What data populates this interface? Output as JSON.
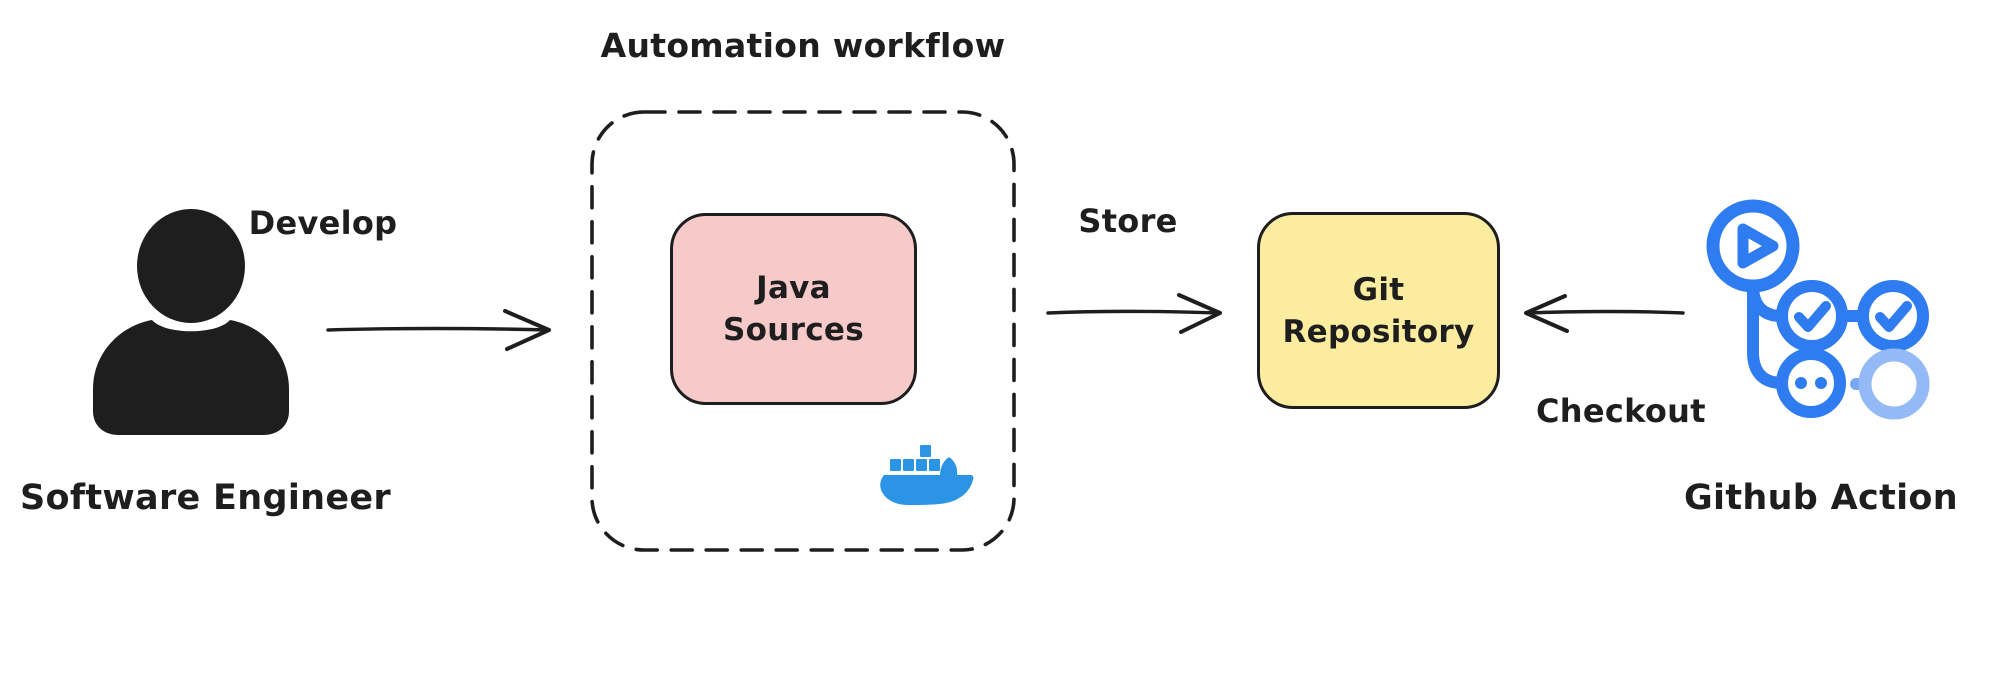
{
  "title": "Automation workflow",
  "nodes": {
    "engineer": {
      "label": "Software Engineer"
    },
    "java": {
      "lines": [
        "Java",
        "Sources"
      ]
    },
    "git": {
      "lines": [
        "Git",
        "Repository"
      ]
    },
    "action": {
      "label": "Github Action"
    }
  },
  "edges": {
    "develop": {
      "label": "Develop"
    },
    "store": {
      "label": "Store"
    },
    "checkout": {
      "label": "Checkout"
    }
  },
  "icons": {
    "person": "person-icon",
    "docker": "docker-whale-icon",
    "github_actions": "github-actions-icon"
  },
  "colors": {
    "ink": "#1e1e1e",
    "java_fill": "#f7caca",
    "git_fill": "#fbeca0",
    "docker_blue": "#2b94e4",
    "actions_blue": "#2e7cf0",
    "actions_blue_light": "#93b9f6",
    "actions_blue_mid": "#7aa7f3"
  }
}
